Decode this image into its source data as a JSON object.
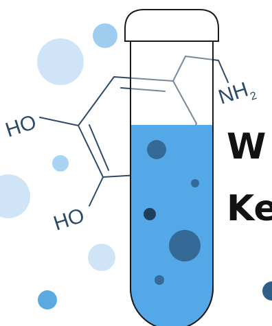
{
  "molecule": {
    "hydroxyl_top": "HO",
    "hydroxyl_bottom": "HO",
    "amine_main": "NH",
    "amine_subscript": "2"
  },
  "headline": {
    "line1": "W",
    "line2": "Ke"
  },
  "colors": {
    "liquid": "#55a8e8",
    "bubble_dark": "#2f5f86",
    "tube_outline": "#1a1a1a",
    "molecule_line": "#2c4a66",
    "background_circle_light": "#cfe5f7",
    "background_circle_mid": "#9fcdf0",
    "background_circle_strong": "#5aa9e2"
  }
}
